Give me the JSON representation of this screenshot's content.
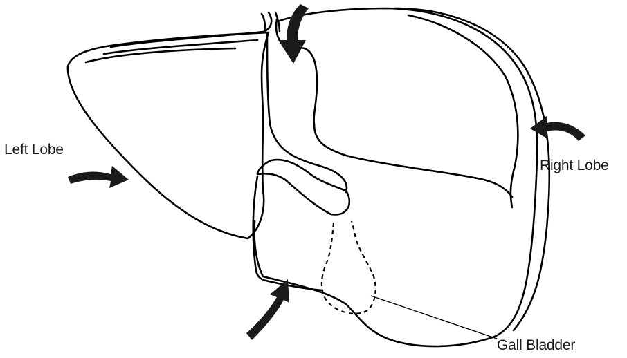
{
  "labels": {
    "left_lobe": "Left Lobe",
    "right_lobe": "Right Lobe",
    "gall_bladder": "Gall Bladder"
  },
  "colors": {
    "outline": "#000000",
    "arrow": "#1a1a1a",
    "text": "#1a1a1a",
    "background": "#ffffff"
  }
}
